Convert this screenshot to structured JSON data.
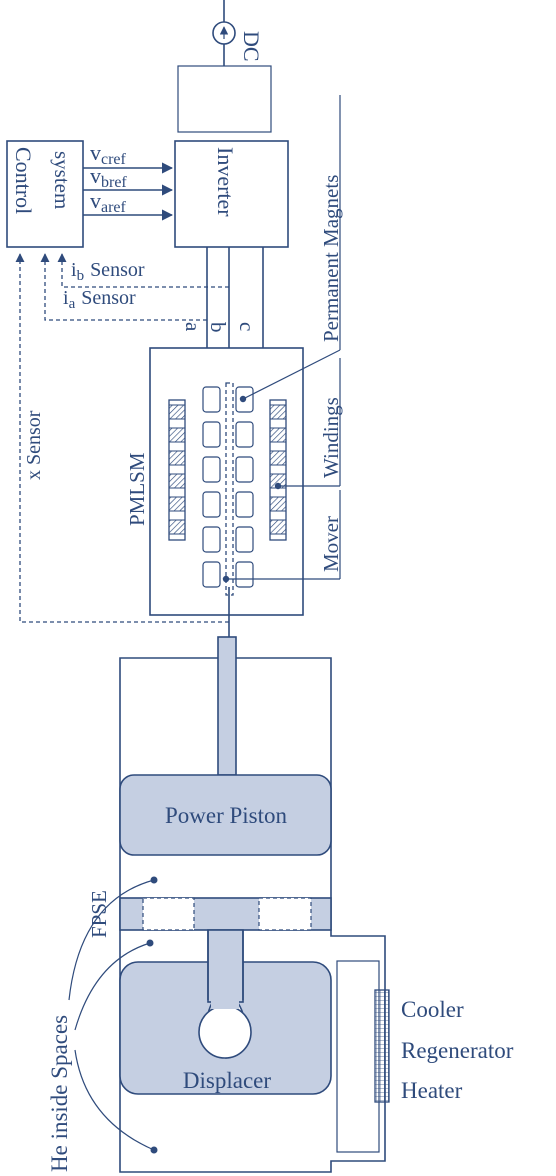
{
  "dc": {
    "label": "DC"
  },
  "control": {
    "line1": "Control",
    "line2": "system"
  },
  "inverter": {
    "label": "Inverter"
  },
  "refs": [
    {
      "main": "v",
      "sub": "cref"
    },
    {
      "main": "v",
      "sub": "bref"
    },
    {
      "main": "v",
      "sub": "aref"
    }
  ],
  "sensors": {
    "ib": {
      "main": "i",
      "sub": "b",
      "label": "Sensor"
    },
    "ia": {
      "main": "i",
      "sub": "a",
      "label": "Sensor"
    },
    "x": {
      "label": "x Sensor"
    }
  },
  "phases": [
    "a",
    "b",
    "c"
  ],
  "pmlsm": {
    "label": "PMLSM"
  },
  "labels": {
    "permanent_magnets": "Permanent Magnets",
    "windings": "Windings",
    "mover": "Mover",
    "power_piston": "Power Piston",
    "fpse": "FPSE",
    "he_spaces": "He inside Spaces",
    "displacer": "Displacer",
    "cooler": "Cooler",
    "regenerator": "Regenerator",
    "heater": "Heater"
  }
}
